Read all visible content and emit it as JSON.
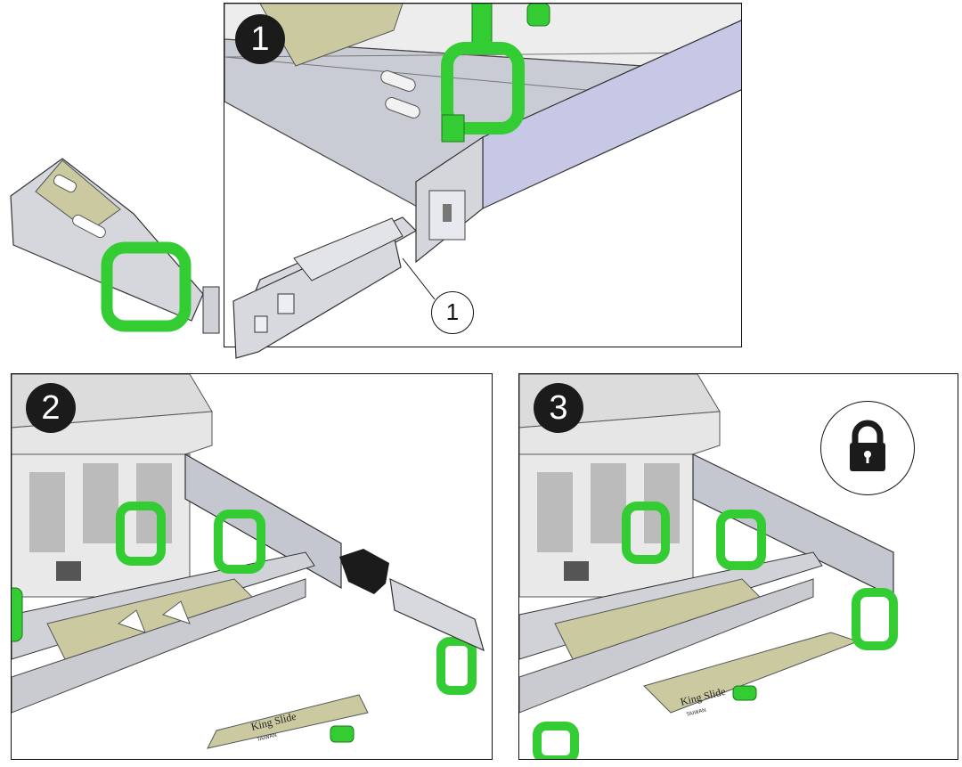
{
  "steps": [
    {
      "number": "1"
    },
    {
      "number": "2"
    },
    {
      "number": "3"
    }
  ],
  "callout": {
    "number": "1"
  },
  "labels": {
    "slide_brand": "King Slide",
    "slide_origin": "TAIWAN"
  },
  "icons": [
    "lock-icon",
    "push-arrow-icon"
  ],
  "colors": {
    "strap_green": "#33cc33",
    "metal_tan": "#c8c7a0",
    "rail_gray": "#b9bcc9",
    "badge": "#1b1b1b"
  }
}
